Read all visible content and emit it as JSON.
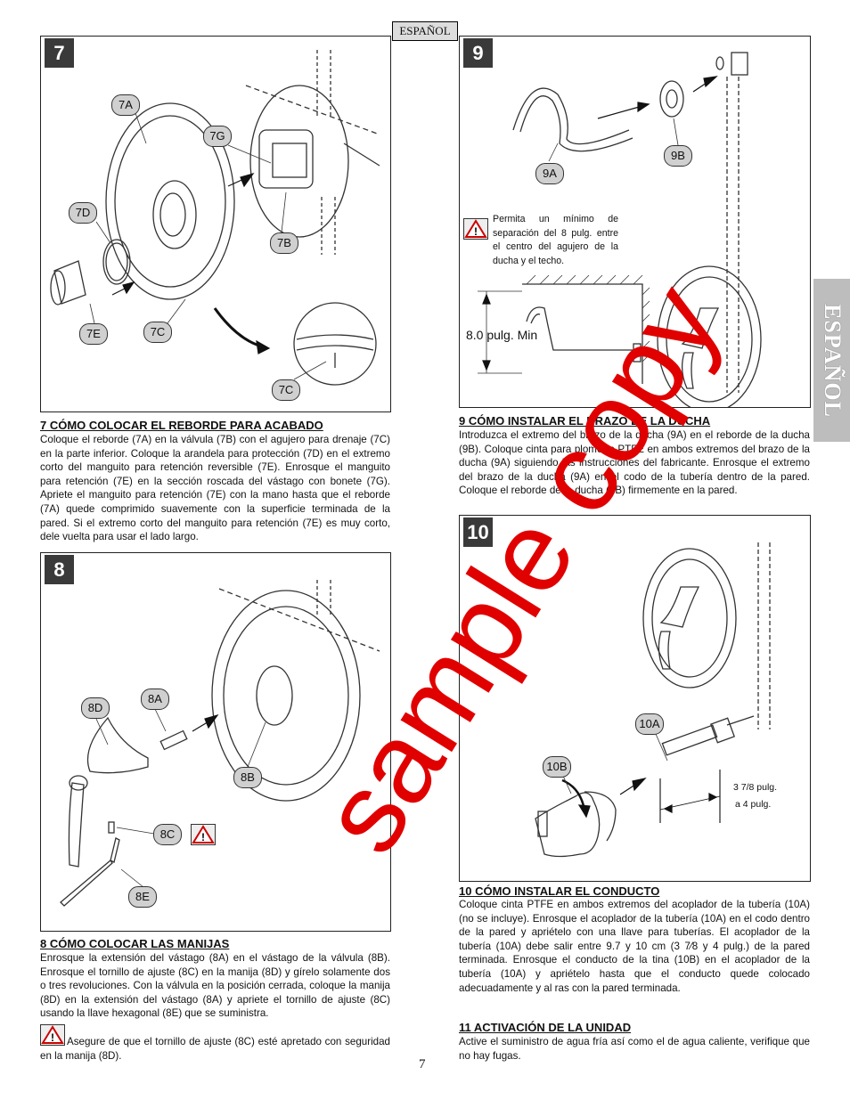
{
  "header": {
    "language_label": "ESPAÑOL",
    "side_tab": "ESPAÑOL"
  },
  "step7": {
    "number": "7",
    "callouts": [
      "7A",
      "7G",
      "7D",
      "7B",
      "7E",
      "7C",
      "7C"
    ],
    "title": "7  CÓMO COLOCAR EL REBORDE PARA ACABADO",
    "body": "Coloque el reborde (7A) en la válvula (7B) con el agujero para drenaje (7C) en la parte inferior. Coloque la arandela para protección (7D) en el extremo corto del manguito para retención reversible (7E). Enrosque el manguito para retención (7E) en la sección roscada del vástago con bonete (7G). Apriete el manguito para retención (7E) con la mano hasta que el reborde (7A) quede comprimido suavemente con la superficie terminada de la pared. Si el extremo corto del manguito para retención (7E) es muy corto, dele vuelta para usar el lado largo."
  },
  "step8": {
    "number": "8",
    "callouts": [
      "8D",
      "8A",
      "8B",
      "8C",
      "8E"
    ],
    "title": "8  CÓMO COLOCAR LAS MANIJAS",
    "body": "Enrosque la extensión del vástago (8A) en el vástago de la válvula (8B). Enrosque el tornillo de ajuste (8C) en la manija (8D) y gírelo solamente dos o tres revoluciones. Con la válvula en la posición cerrada, coloque la manija (8D) en la extensión del vástago (8A) y apriete el tornillo de ajuste (8C) usando la llave hexagonal (8E) que se suministra.",
    "warning": "Asegure de que el tornillo de ajuste (8C) esté apretado con seguridad en la manija (8D)."
  },
  "step9": {
    "number": "9",
    "callouts": [
      "9B",
      "9A"
    ],
    "warning": "Permita un mínimo de separación del 8 pulg. entre el centro del agujero de la ducha y el techo.",
    "dimension_label": "8.0 pulg. Min",
    "title": "9  CÓMO INSTALAR EL BRAZO DE LA DUCHA",
    "body": "Introduzca el extremo del brazo de la ducha (9A) en el reborde de la ducha (9B). Coloque cinta para plomería PTFE en ambos extremos del brazo de la ducha (9A) siguiendo las instrucciones del fabricante. Enrosque el extremo del brazo de la ducha (9A) en el codo de la tubería dentro de la pared. Coloque el reborde de la ducha (9B) firmemente en la pared."
  },
  "step10": {
    "number": "10",
    "callouts": [
      "10A",
      "10B"
    ],
    "dimension_label_1": "3 7/8 pulg.",
    "dimension_label_2": "a 4 pulg.",
    "title": "10  CÓMO INSTALAR EL CONDUCTO",
    "body": "Coloque cinta PTFE en ambos extremos del acoplador de la tubería (10A) (no se incluye). Enrosque el acoplador de la tubería (10A) en el codo dentro de la pared y apriételo con una llave para tuberías. El acoplador de la tubería (10A) debe salir entre 9.7 y 10 cm (3 7⁄8 y 4 pulg.) de la pared terminada. Enrosque el conducto de la tina (10B) en el acoplador de la tubería (10A) y apriételo hasta que el conducto quede colocado adecuadamente y al ras con la pared terminada."
  },
  "step11": {
    "title": "11  ACTIVACIÓN DE LA UNIDAD",
    "body": "Active el suministro de agua fría así como el de agua caliente, verifique que no hay fugas."
  },
  "watermark": "sample copy",
  "page_number": "7"
}
